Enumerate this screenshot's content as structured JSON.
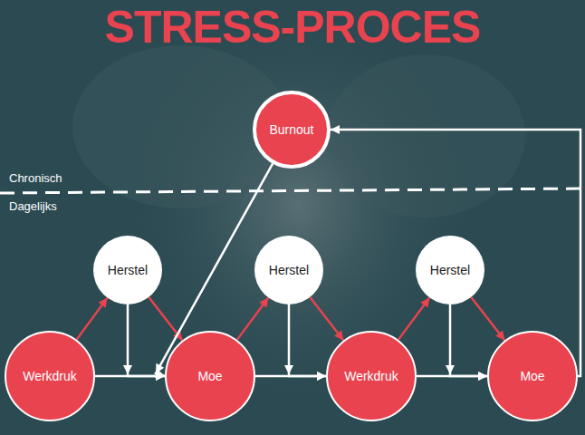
{
  "diagram": {
    "title": "STRESS-PROCES",
    "nodes": [
      {
        "text": [
          "Burnout"
        ]
      },
      {
        "text": [
          "Herstel"
        ]
      },
      {
        "text": [
          "Herstel"
        ]
      },
      {
        "text": [
          "Herstel"
        ]
      },
      {
        "text": [
          "Werkdruk"
        ]
      },
      {
        "text": [
          "Moe"
        ]
      },
      {
        "text": [
          "Werkdruk"
        ]
      },
      {
        "text": [
          "Moe"
        ]
      }
    ],
    "edges": [
      {
        "from": 4,
        "to": 1,
        "arrow": "to"
      },
      {
        "from": 1,
        "to": 5,
        "arrow": "to"
      },
      {
        "from": 5,
        "to": 2,
        "arrow": "to"
      },
      {
        "from": 2,
        "to": 6,
        "arrow": "to"
      },
      {
        "from": 6,
        "to": 3,
        "arrow": "to"
      },
      {
        "from": 3,
        "to": 7,
        "arrow": "to"
      },
      {
        "from": 4,
        "to": 5,
        "arrow": "to"
      },
      {
        "from": 5,
        "to": 6,
        "arrow": "to"
      },
      {
        "from": 6,
        "to": 7,
        "arrow": "to"
      },
      {
        "from": 1,
        "to": 5,
        "arrow": "to"
      },
      {
        "from": 2,
        "to": 6,
        "arrow": "to"
      },
      {
        "from": 3,
        "to": 7,
        "arrow": "to"
      },
      {
        "from": 0,
        "to": 5,
        "arrow": "to"
      },
      {
        "from": 7,
        "to": 0,
        "arrow": "to"
      }
    ],
    "labels": [
      "Chronisch",
      "Dagelijks"
    ]
  }
}
